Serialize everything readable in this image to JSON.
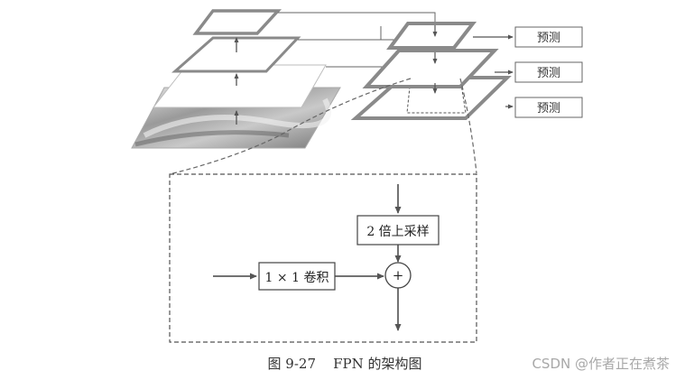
{
  "predict_labels": [
    "预测",
    "预测",
    "预测"
  ],
  "upsample_label": "2 倍上采样",
  "conv_label": "1 × 1 卷积",
  "plus_symbol": "+",
  "caption": "图 9-27    FPN 的架构图",
  "watermark": "CSDN @作者正在煮茶",
  "colors": {
    "line": "#555555",
    "thick_outline": "#7f7f7f",
    "thin_outline": "#a9a9a9",
    "text": "#333333",
    "watermark": "#a8a8a8"
  },
  "icons": [
    "arrow-up-icon",
    "arrow-down-icon",
    "arrow-right-icon",
    "plus-circle-icon",
    "image-thumbnail"
  ]
}
